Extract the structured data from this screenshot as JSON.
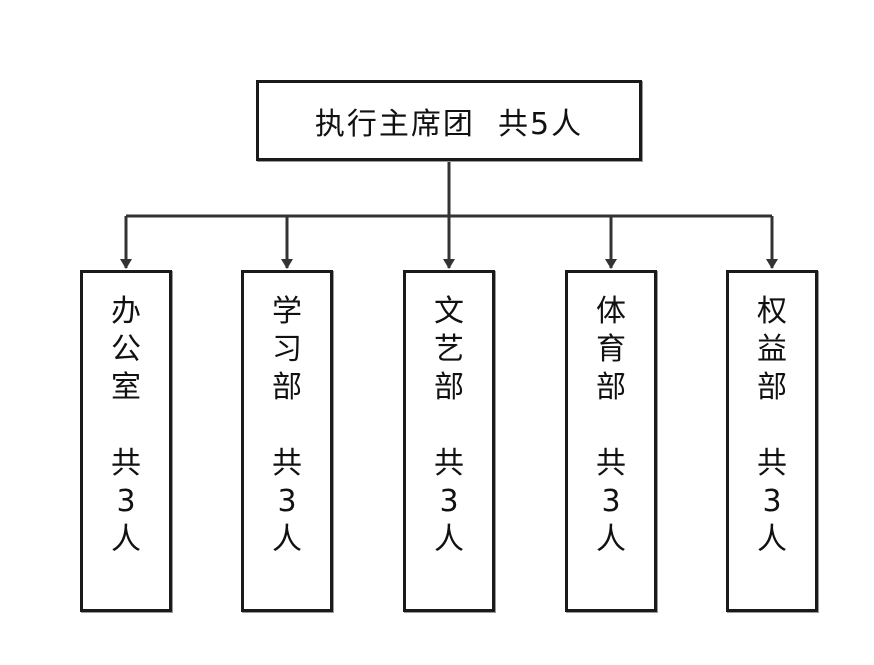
{
  "root": {
    "label": "执行主席团  共5人"
  },
  "children": [
    {
      "label": "办\n公\n室\n\n共\n3\n人"
    },
    {
      "label": "学\n习\n部\n\n共\n3\n人"
    },
    {
      "label": "文\n艺\n部\n\n共\n3\n人"
    },
    {
      "label": "体\n育\n部\n\n共\n3\n人"
    },
    {
      "label": "权\n益\n部\n\n共\n3\n人"
    }
  ],
  "colors": {
    "line": "#333333",
    "border": "#1a1a1a"
  }
}
